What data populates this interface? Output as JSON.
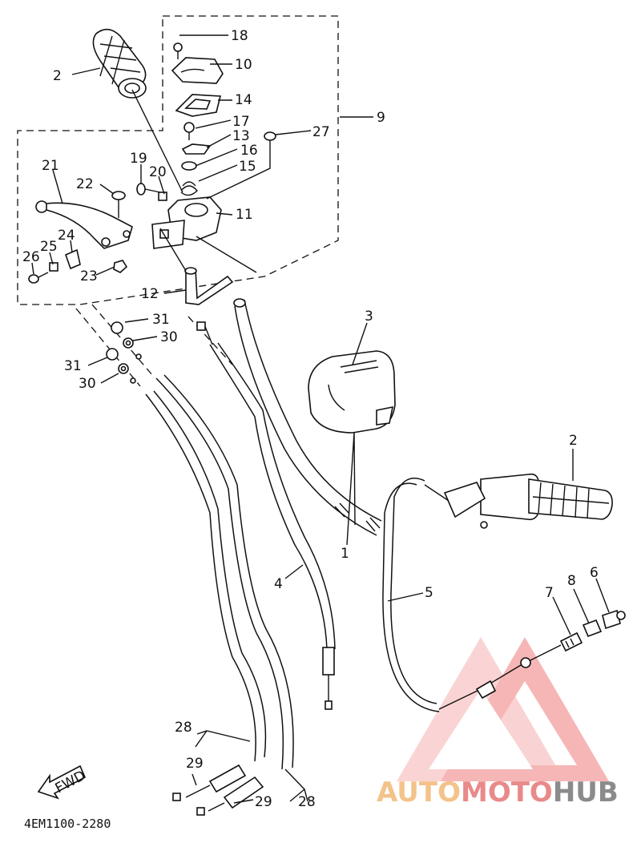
{
  "callouts": {
    "c18": "18",
    "c10": "10",
    "c14": "14",
    "c17": "17",
    "c13": "13",
    "c16": "16",
    "c15": "15",
    "c27": "27",
    "c9": "9",
    "c2a": "2",
    "c21": "21",
    "c22": "22",
    "c19": "19",
    "c20": "20",
    "c11": "11",
    "c24": "24",
    "c25": "25",
    "c26": "26",
    "c23": "23",
    "c12": "12",
    "c31a": "31",
    "c30a": "30",
    "c31b": "31",
    "c30b": "30",
    "c3": "3",
    "c2b": "2",
    "c1": "1",
    "c4": "4",
    "c5": "5",
    "c7": "7",
    "c8": "8",
    "c6": "6",
    "c28a": "28",
    "c29a": "29",
    "c29b": "29",
    "c28b": "28"
  },
  "fwd_label": "FWD",
  "diagram_code": "4EM1100-2280",
  "watermark": {
    "part1": "AUTO",
    "part2": "MOTO",
    "part3": "HUB",
    "colors": {
      "auto": "#f3c38a",
      "moto": "#e98a8a",
      "hub": "#8b8b8b",
      "triangle": "#ef7b7b"
    }
  }
}
